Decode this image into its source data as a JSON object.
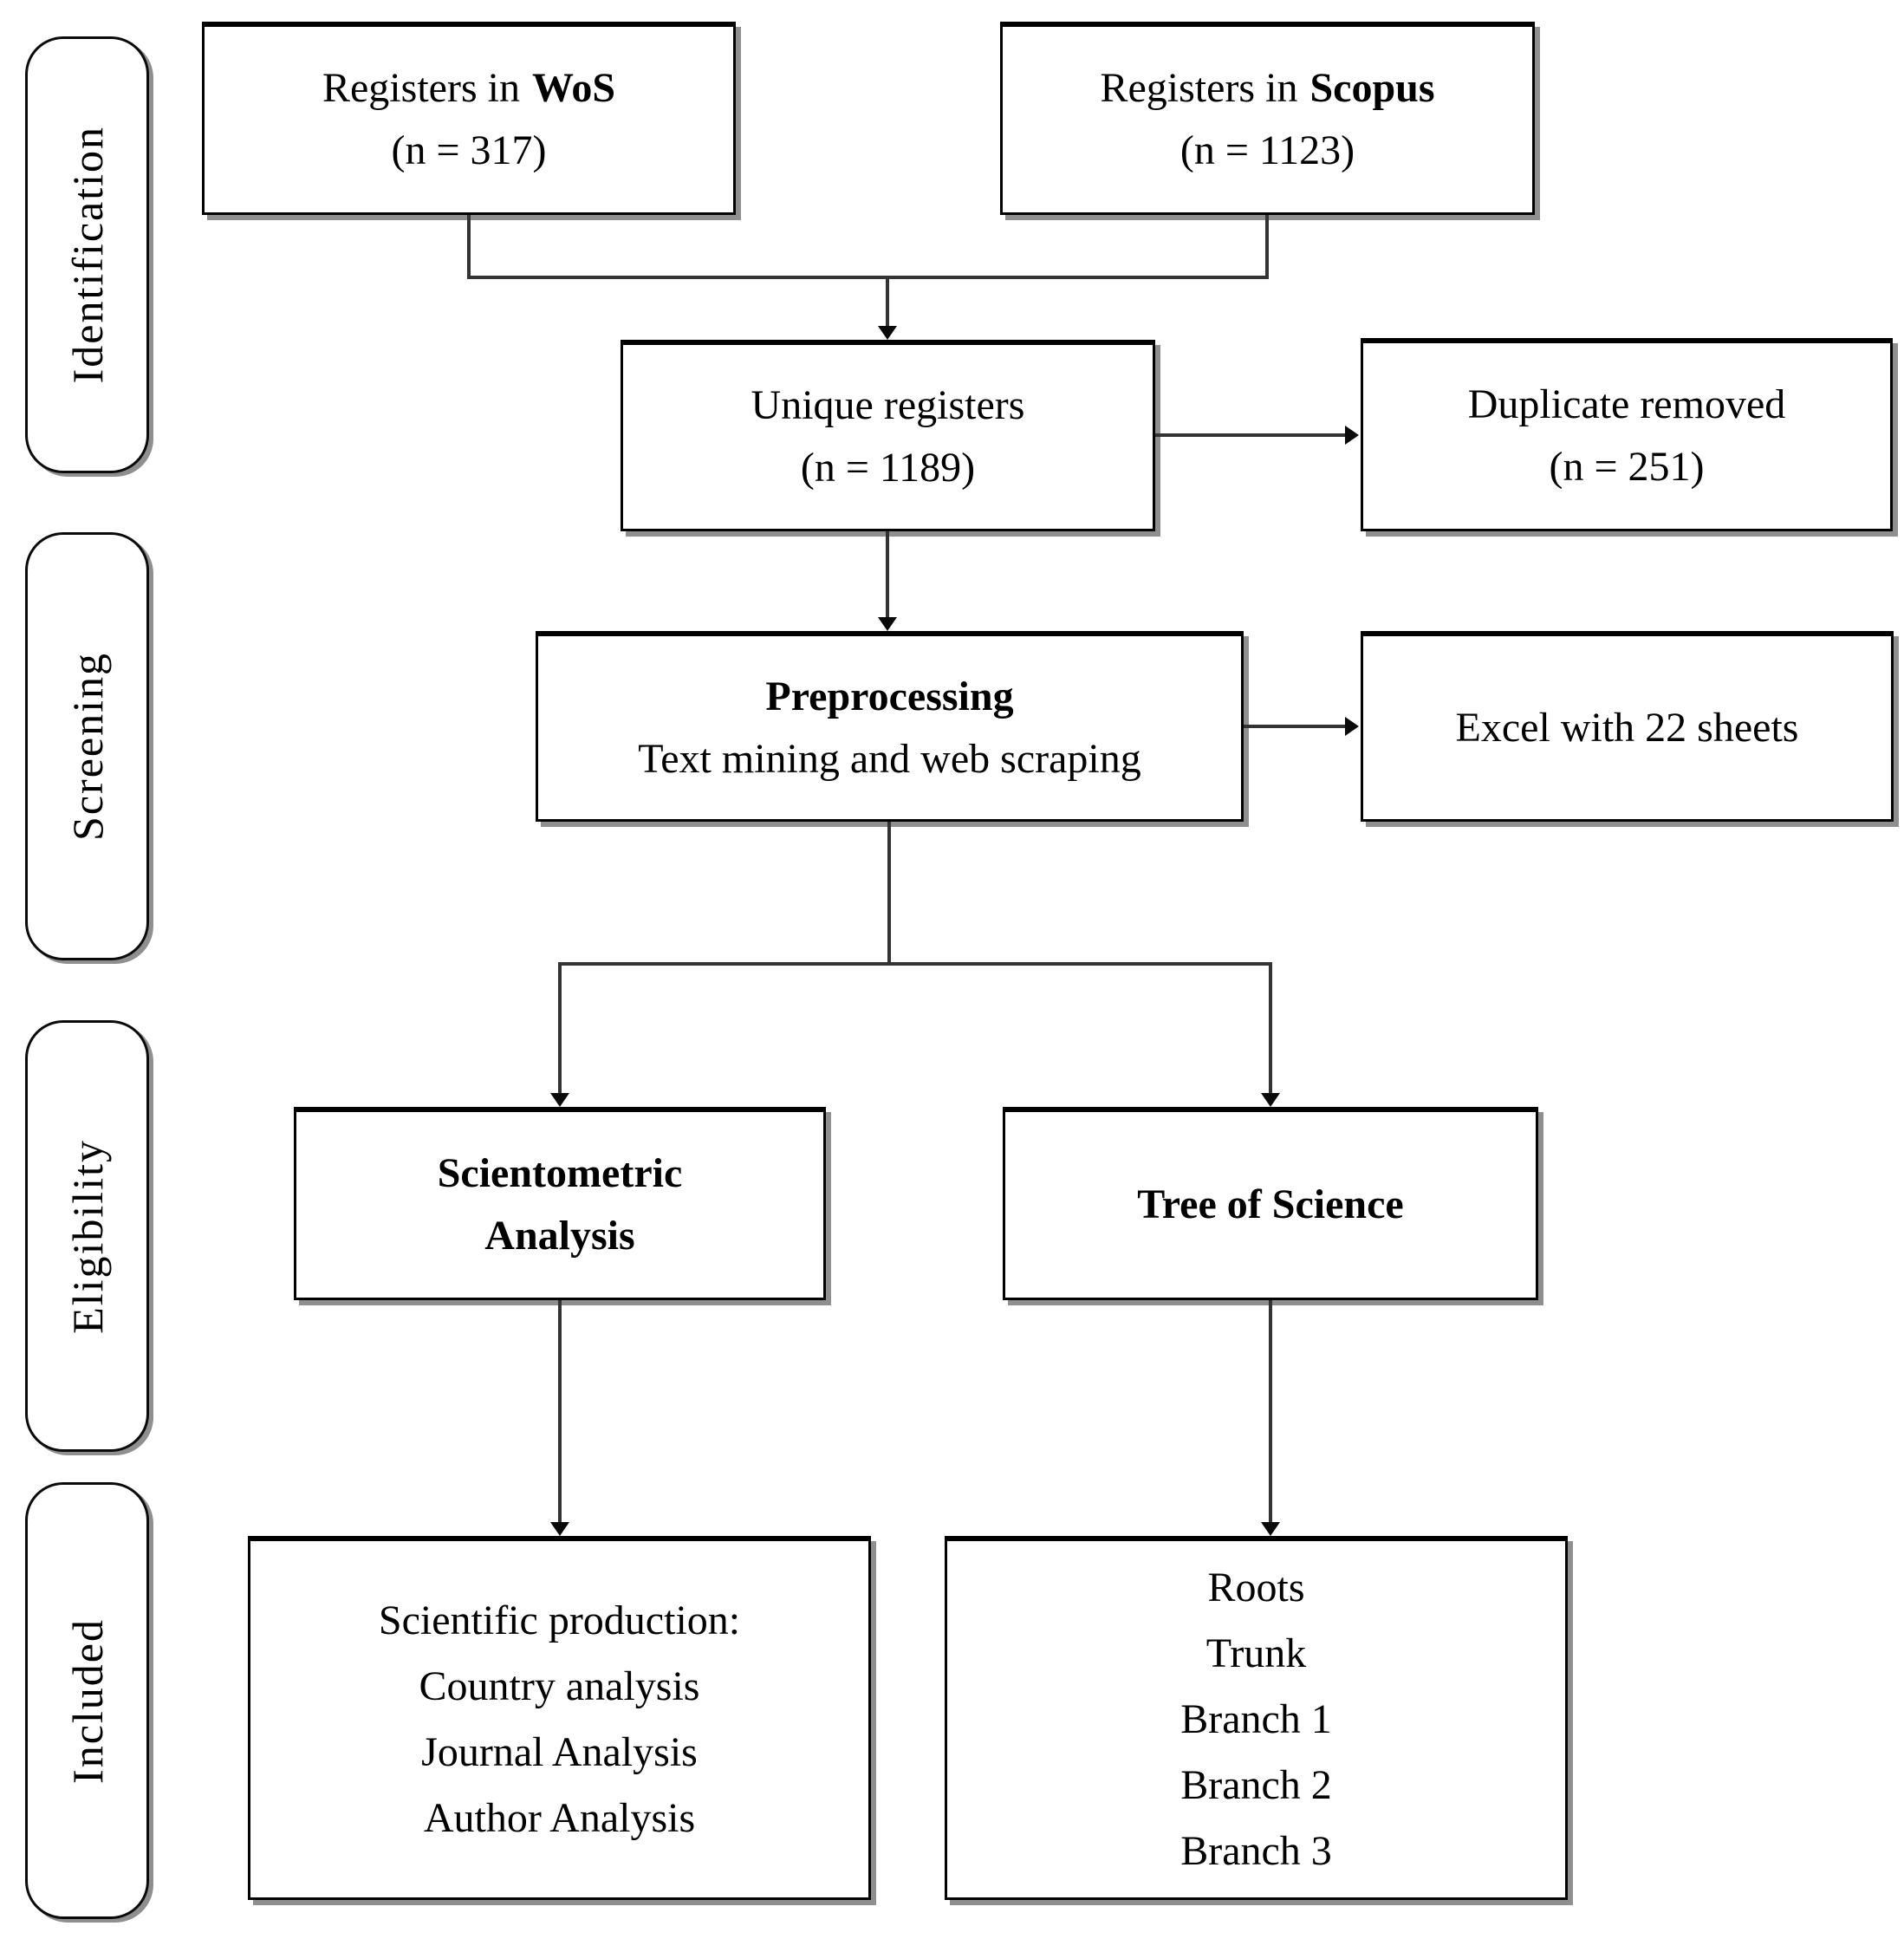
{
  "figure": {
    "type": "prisma-flow-diagram"
  },
  "colors": {
    "background": "#ffffff",
    "box_fill": "#ffffff",
    "box_border": "#000000",
    "shadow": "#8f8f8f",
    "connector": "#333333",
    "text": "#000000"
  },
  "sidebar": {
    "stages": [
      {
        "label": "Identification"
      },
      {
        "label": "Screening"
      },
      {
        "label": "Eligibility"
      },
      {
        "label": "Included"
      }
    ]
  },
  "nodes": {
    "wos": {
      "prefix": "Registers in",
      "bold": "WoS",
      "count": "(n = 317)"
    },
    "scopus": {
      "prefix": "Registers in",
      "bold": "Scopus",
      "count": "(n = 1123)"
    },
    "unique": {
      "title": "Unique registers",
      "count": "(n = 1189)"
    },
    "duplicate": {
      "title": "Duplicate removed",
      "count": "(n = 251)"
    },
    "preprocessing": {
      "title": "Preprocessing",
      "subtitle": "Text mining and web scraping"
    },
    "excel": {
      "title": "Excel with 22 sheets"
    },
    "scientometric": {
      "line1": "Scientometric",
      "line2": "Analysis"
    },
    "tree_of_science": {
      "title": "Tree of Science"
    },
    "scientific_production": {
      "lines": [
        "Scientific production:",
        "Country analysis",
        "Journal Analysis",
        "Author Analysis"
      ]
    },
    "tree_output": {
      "lines": [
        "Roots",
        "Trunk",
        "Branch 1",
        "Branch 2",
        "Branch 3"
      ]
    }
  }
}
